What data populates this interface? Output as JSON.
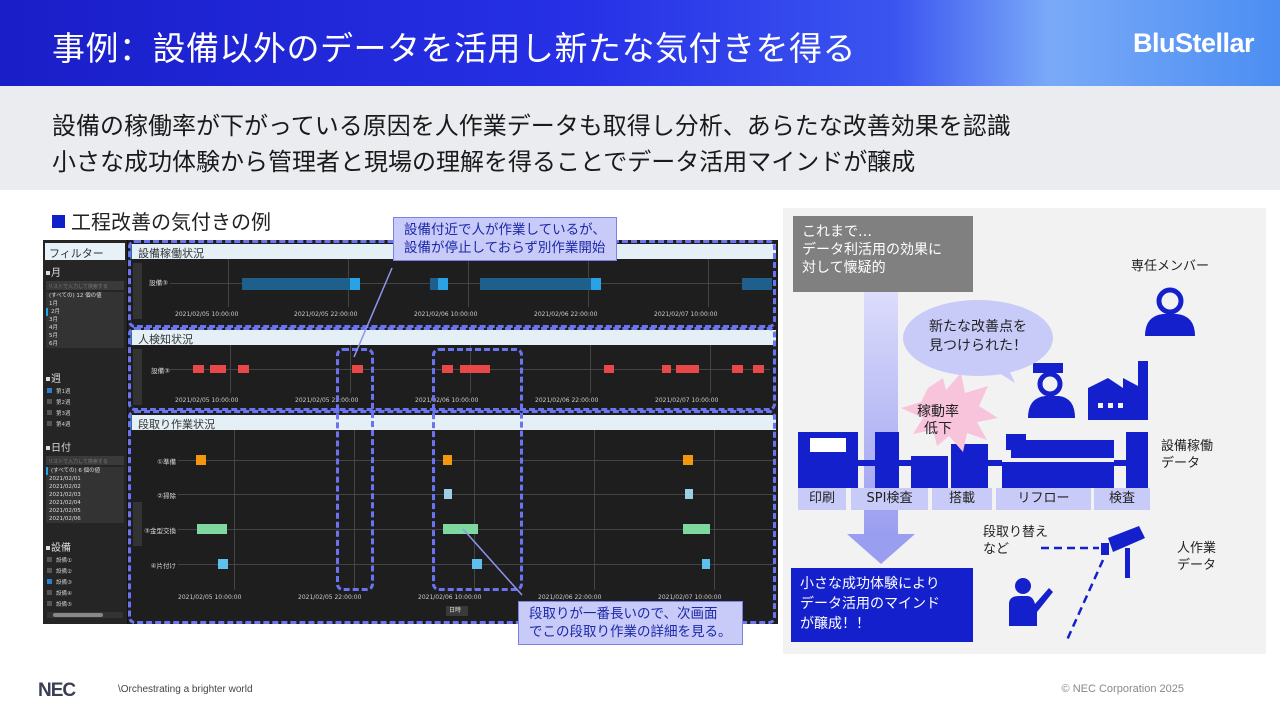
{
  "header": {
    "title": "事例：設備以外のデータを活用し新たな気付きを得る",
    "brand": "BluStellar"
  },
  "subtitle": {
    "line1": "設備の稼働率が下がっている原因を人作業データも取得し分析、あらたな改善効果を認識",
    "line2": "小さな成功体験から管理者と現場の理解を得ることでデータ活用マインドが醸成"
  },
  "section_label": "工程改善の気付きの例",
  "dashboard": {
    "filter": {
      "title": "フィルター",
      "month": {
        "label": "月",
        "search_placeholder": "リストで入力して検索する",
        "items": [
          "(すべての) 12 個の値",
          "1月",
          "2月",
          "3月",
          "4月",
          "5月",
          "6月"
        ],
        "selected": "2月"
      },
      "week": {
        "label": "週",
        "items": [
          {
            "label": "第1週",
            "checked": true
          },
          {
            "label": "第2週",
            "checked": false
          },
          {
            "label": "第3週",
            "checked": false
          },
          {
            "label": "第4週",
            "checked": false
          }
        ]
      },
      "date": {
        "label": "日付",
        "search_placeholder": "リストで入力して検索する",
        "items": [
          "(すべての) 6 個の値",
          "2021/02/01",
          "2021/02/02",
          "2021/02/03",
          "2021/02/04",
          "2021/02/05",
          "2021/02/06"
        ]
      },
      "equipment": {
        "label": "設備",
        "items": [
          {
            "label": "設備①",
            "checked": false
          },
          {
            "label": "設備②",
            "checked": false
          },
          {
            "label": "設備③",
            "checked": true
          },
          {
            "label": "設備④",
            "checked": false
          },
          {
            "label": "設備⑤",
            "checked": false
          }
        ]
      }
    },
    "panels": {
      "equipment_status": {
        "title": "設備稼働状況",
        "row_label": "設備③",
        "x_ticks": [
          "2021/02/05 10:00:00",
          "2021/02/05 22:00:00",
          "2021/02/06 10:00:00",
          "2021/02/06 22:00:00",
          "2021/02/07 10:00:00"
        ]
      },
      "human_detection": {
        "title": "人検知状況",
        "row_label": "設備③",
        "x_ticks": [
          "2021/02/05 10:00:00",
          "2021/02/05 22:00:00",
          "2021/02/06 10:00:00",
          "2021/02/06 22:00:00",
          "2021/02/07 10:00:00"
        ]
      },
      "setup_work": {
        "title": "段取り作業状況",
        "rows": [
          "①準備",
          "②掃除",
          "③金型交換",
          "④片付け"
        ],
        "x_ticks": [
          "2021/02/05 10:00:00",
          "2021/02/05 22:00:00",
          "2021/02/06 10:00:00",
          "2021/02/06 22:00:00",
          "2021/02/07 10:00:00"
        ],
        "granularity_select": "日時"
      }
    },
    "colors": {
      "running": "#1e5f8c",
      "running_end": "#29a3e6",
      "human": "#e84848",
      "prep": "#f5960f",
      "clean": "#9ccfe6",
      "mold": "#7fd8a0",
      "cleanup": "#5fc0ee",
      "highlight": "#6a74f0"
    }
  },
  "callouts": {
    "top": "設備付近で人が作業しているが、\n設備が停止しておらず別作業開始",
    "bottom": "段取りが一番長いので、次画面\nでこの段取り作業の詳細を見る。"
  },
  "diagram": {
    "before_box": "これまで…\nデータ利活用の効果に\n対して懐疑的",
    "after_box": "小さな成功体験により\nデータ活用のマインド\nが醸成！！",
    "speech": "新たな改善点を\n見つけられた！",
    "burst": "稼動率\n低下",
    "dedicated_member": "専任メンバー",
    "equipment_data": "設備稼働\nデータ",
    "setup_change": "段取り替え\nなど",
    "human_work_data": "人作業\nデータ",
    "processes": [
      "印刷",
      "SPI検査",
      "搭載",
      "リフロー",
      "検査"
    ]
  },
  "footer": {
    "logo": "NEC",
    "tagline": "\\Orchestrating a brighter world",
    "copyright": "© NEC Corporation 2025"
  }
}
